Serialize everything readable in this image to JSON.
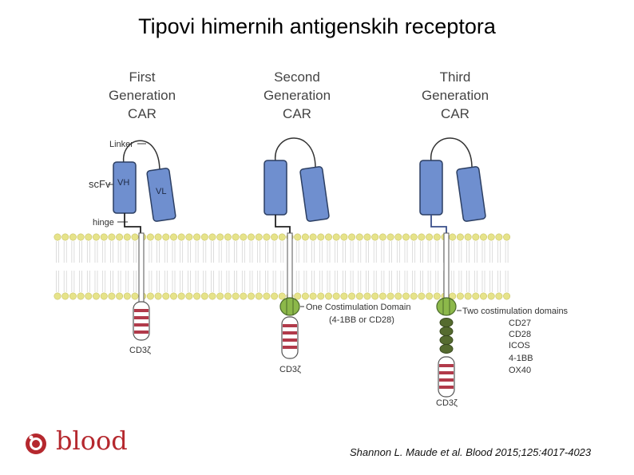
{
  "title": "Tipovi himernih antigenskih receptora",
  "generations": [
    {
      "line1": "First",
      "line2": "Generation",
      "line3": "CAR"
    },
    {
      "line1": "Second",
      "line2": "Generation",
      "line3": "CAR"
    },
    {
      "line1": "Third",
      "line2": "Generation",
      "line3": "CAR"
    }
  ],
  "labels": {
    "linker": "Linker",
    "scfv": "scFv",
    "vh": "VH",
    "vl": "VL",
    "hinge": "hinge",
    "cd3": "CD3ζ"
  },
  "second_domain": {
    "line1": "One Costimulation Domain",
    "line2": "(4-1BB or CD28)"
  },
  "third_domain": {
    "title": "Two costimulation domains",
    "items": [
      "CD27",
      "CD28",
      "ICOS",
      "4-1BB",
      "OX40"
    ]
  },
  "logo": {
    "text": "blood"
  },
  "citation": "Shannon L. Maude et al. Blood 2015;125:4017-4023",
  "colors": {
    "domain_blue": "#6f8fcf",
    "domain_stroke": "#2c3f63",
    "lipid_head": "#e6e38a",
    "costim_green": "#8cb84a",
    "costim_dark": "#4b6a2a",
    "cd3_red": "#b13a4a",
    "brand_red": "#b5282e"
  }
}
